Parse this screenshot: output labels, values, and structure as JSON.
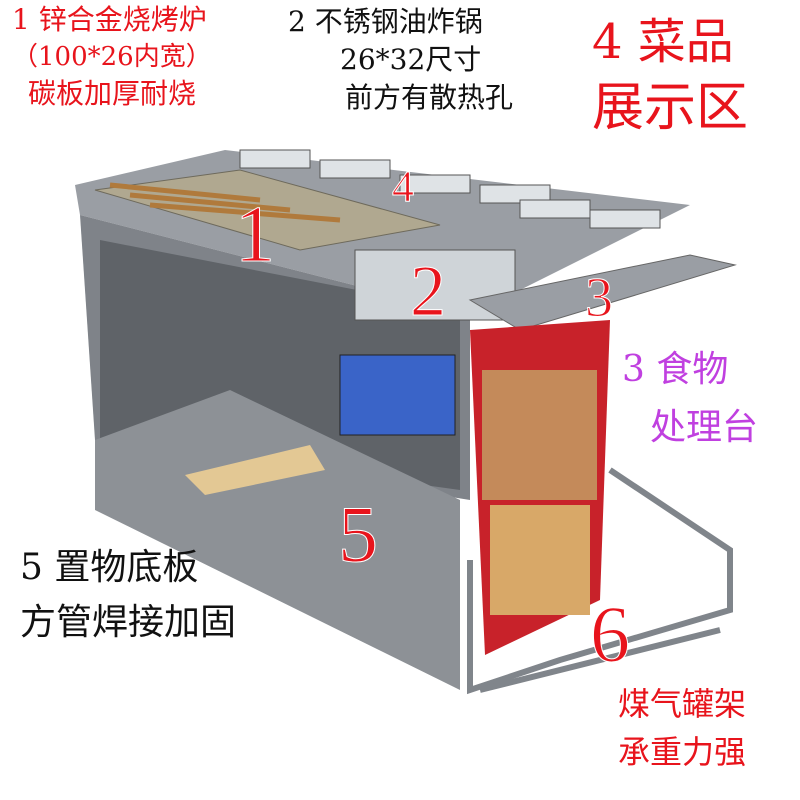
{
  "labels": {
    "grill": [
      "1 锌合金烧烤炉",
      "（100*26内宽）",
      "碳板加厚耐烧"
    ],
    "fryer": [
      "2 不锈钢油炸锅",
      "26*32尺寸",
      "前方有散热孔"
    ],
    "display": [
      "4 菜品",
      "展示区"
    ],
    "prep": [
      "3 食物",
      "处理台"
    ],
    "shelf": [
      "5 置物底板",
      "方管焊接加固"
    ],
    "gas": [
      "煤气罐架",
      "承重力强"
    ]
  },
  "markers": [
    "1",
    "2",
    "3",
    "4",
    "5",
    "6"
  ],
  "colors": {
    "red": "#e8141c",
    "purple": "#c040e0",
    "cart": "#8a8e94"
  }
}
